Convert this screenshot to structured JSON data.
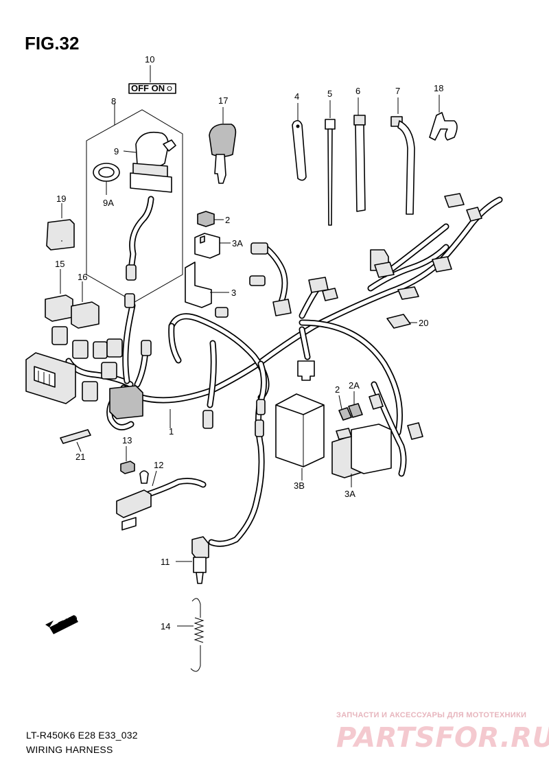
{
  "figure": {
    "title": "FIG.32",
    "code": "LT-R450K6 E28 E33_032",
    "name": "WIRING HARNESS",
    "switch_text": "OFF ON",
    "fwd_label": "FWD"
  },
  "watermark": {
    "tagline": "ЗАПЧАСТИ И АКСЕССУАРЫ ДЛЯ МОТОТЕХНИКИ",
    "brand": "PARTSFOR.RU",
    "color": "#f4c9cf"
  },
  "callouts": {
    "c1": "1",
    "c2a": "2",
    "c2b": "2",
    "c2A": "2A",
    "c3": "3",
    "c3Aa": "3A",
    "c3Ab": "3A",
    "c3B": "3B",
    "c4": "4",
    "c5": "5",
    "c6": "6",
    "c7": "7",
    "c8": "8",
    "c9": "9",
    "c9A": "9A",
    "c10": "10",
    "c11": "11",
    "c12": "12",
    "c13": "13",
    "c14": "14",
    "c15": "15",
    "c16": "16",
    "c17": "17",
    "c18": "18",
    "c19": "19",
    "c20": "20",
    "c21": "21"
  }
}
